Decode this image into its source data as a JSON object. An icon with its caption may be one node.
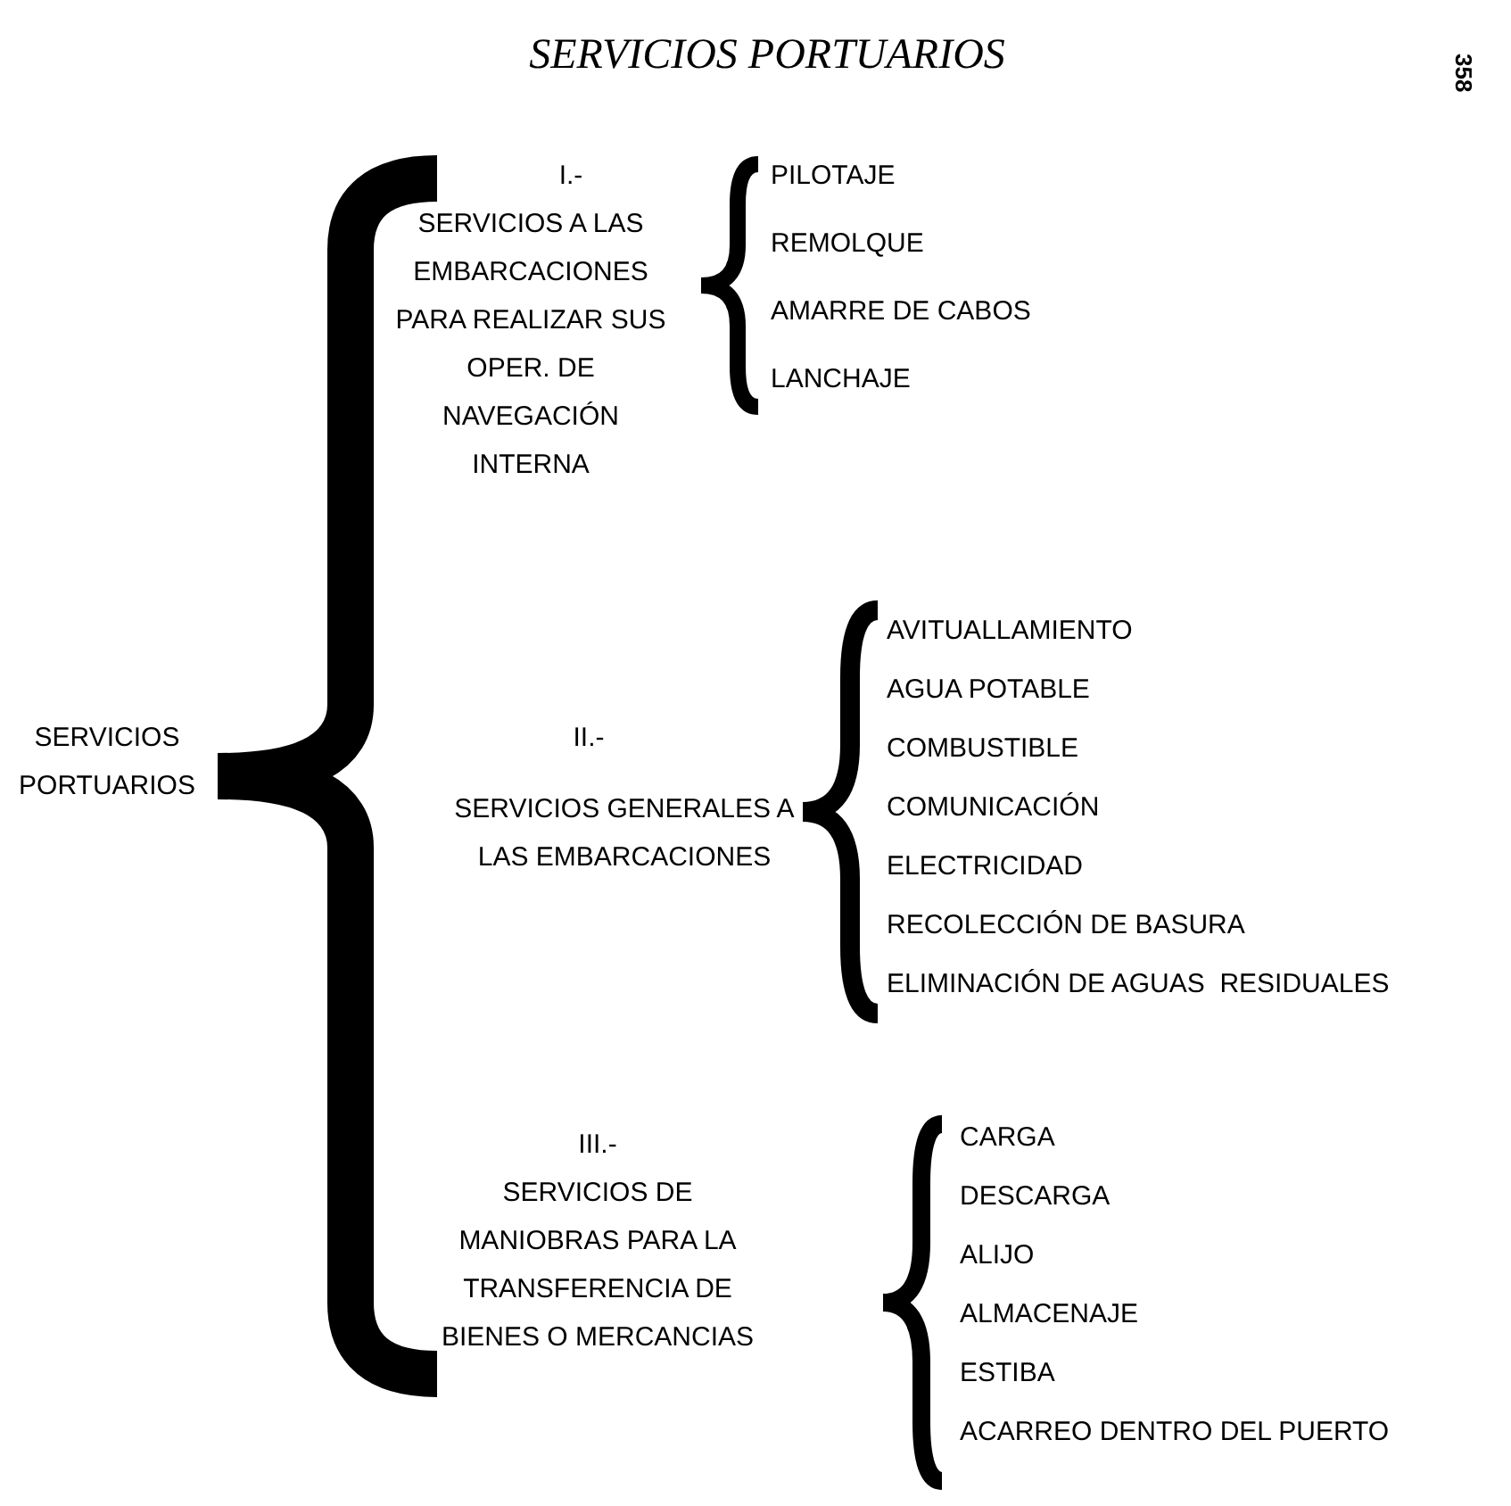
{
  "diagram": {
    "title": "SERVICIOS PORTUARIOS",
    "labels": [
      "358",
      "SERVICIOS PORTUARIOS",
      "I.-",
      "SERVICIOS A LAS EMBARCACIONES PARA REALIZAR SUS OPER. DE NAVEGACIÓN INTERNA",
      "PILOTAJE",
      "REMOLQUE",
      "AMARRE DE CABOS",
      "LANCHAJE",
      "II.-",
      "SERVICIOS GENERALES A LAS EMBARCACIONES",
      "AVITUALLAMIENTO",
      "AGUA POTABLE",
      "COMBUSTIBLE",
      "COMUNICACIÓN",
      "ELECTRICIDAD",
      "RECOLECCIÓN DE BASURA",
      "ELIMINACIÓN DE AGUAS  RESIDUALES",
      "III.-",
      "SERVICIOS DE MANIOBRAS PARA LA TRANSFERENCIA DE BIENES O MERCANCIAS",
      "CARGA",
      "DESCARGA",
      "ALIJO",
      "ALMACENAJE",
      "ESTIBA",
      "ACARREO DENTRO DEL PUERTO"
    ]
  }
}
